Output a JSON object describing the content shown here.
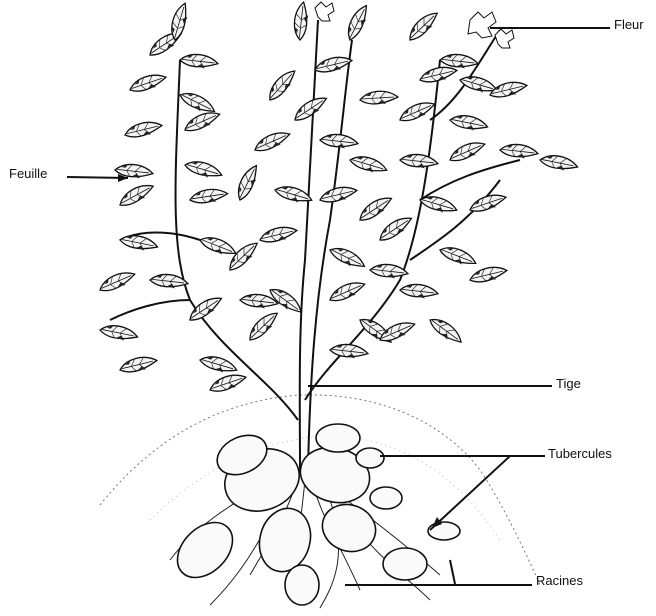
{
  "labels": {
    "fleur": "Fleur",
    "feuille": "Feuille",
    "tige": "Tige",
    "tubercules": "Tubercules",
    "racines": "Racines"
  },
  "colors": {
    "ink": "#111111",
    "leaf_fill": "#f4f4f4",
    "tuber_fill": "#fafafa",
    "background": "#ffffff"
  }
}
